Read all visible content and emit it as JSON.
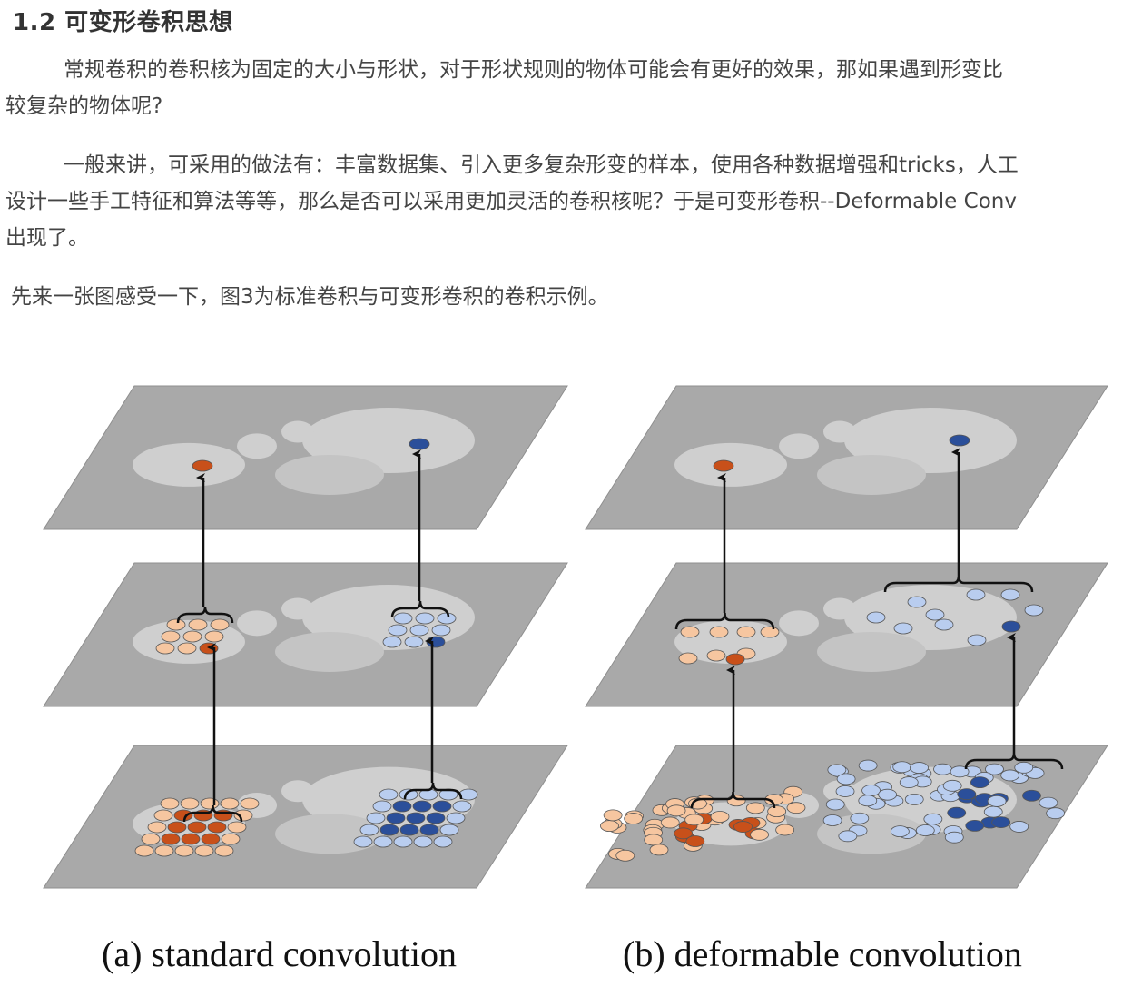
{
  "section": {
    "heading": "1.2 可变形卷积思想"
  },
  "paragraphs": {
    "p1": {
      "line1": "常规卷积的卷积核为固定的大小与形状，对于形状规则的物体可能会有更好的效果，那如果遇到形变比",
      "line2": "较复杂的物体呢?"
    },
    "p2": {
      "line1": "一般来讲，可采用的做法有：丰富数据集、引入更多复杂形变的样本，使用各种数据增强和tricks，人工",
      "line2": "设计一些手工特征和算法等等，那么是否可以采用更加灵活的卷积核呢？于是可变形卷积--Deformable Conv",
      "line3": "出现了。"
    },
    "p3": {
      "line1": "先来一张图感受一下，图3为标准卷积与可变形卷积的卷积示例。"
    }
  },
  "figure": {
    "caption_a": "(a) standard convolution",
    "caption_b": "(b) deformable convolution",
    "colors": {
      "plane": "#a9a9a9",
      "plane_edge": "#8f8f8f",
      "animal": "#cfcfcf",
      "orange_dark": "#c8501a",
      "orange_light": "#f6c6a0",
      "blue_dark": "#2b4f9a",
      "blue_light": "#b9cdef",
      "arrow": "#111111"
    }
  }
}
